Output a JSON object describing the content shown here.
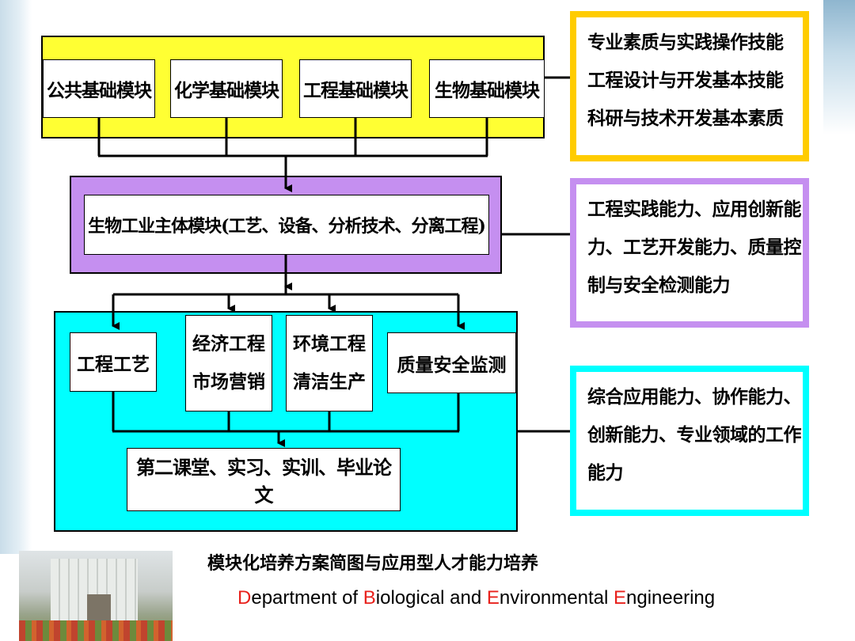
{
  "top_modules": [
    "公共基础模块",
    "化学基础模块",
    "工程基础模块",
    "生物基础模块"
  ],
  "main_module": "生物工业主体模块(工艺、设备、分析技术、分离工程)",
  "directions": [
    {
      "lines": [
        "工程工艺"
      ]
    },
    {
      "lines": [
        "经济工程",
        "市场营销"
      ]
    },
    {
      "lines": [
        "环境工程",
        "清洁生产"
      ]
    },
    {
      "lines": [
        "质量安全监测"
      ]
    }
  ],
  "practice": "第二课堂、实习、实训、毕业论文",
  "side_boxes": [
    {
      "lines": [
        "专业素质与实践操作技能",
        "工程设计与开发基本技能",
        "科研与技术开发基本素质"
      ],
      "color": "#ffcc00"
    },
    {
      "lines": [
        "工程实践能力、应用创新能",
        "力、工艺开发能力、质量控",
        "制与安全检测能力"
      ],
      "color": "#c58ff0"
    },
    {
      "lines": [
        "综合应用能力、协作能力、",
        "创新能力、专业领域的工作",
        "能力"
      ],
      "color": "#00ffff"
    }
  ],
  "band_colors": {
    "yellow": "#ffff33",
    "purple": "#c58ff0",
    "cyan": "#00ffff"
  },
  "caption": "模块化培养方案简图与应用型人才能力培养",
  "footer": {
    "parts": [
      {
        "text": "D",
        "accent": true
      },
      {
        "text": "epartment of ",
        "accent": false
      },
      {
        "text": "B",
        "accent": true
      },
      {
        "text": "iological and ",
        "accent": false
      },
      {
        "text": "E",
        "accent": true
      },
      {
        "text": "nvironmental ",
        "accent": false
      },
      {
        "text": "E",
        "accent": true
      },
      {
        "text": "ngineering",
        "accent": false
      }
    ],
    "accent_color": "#e8211c"
  }
}
